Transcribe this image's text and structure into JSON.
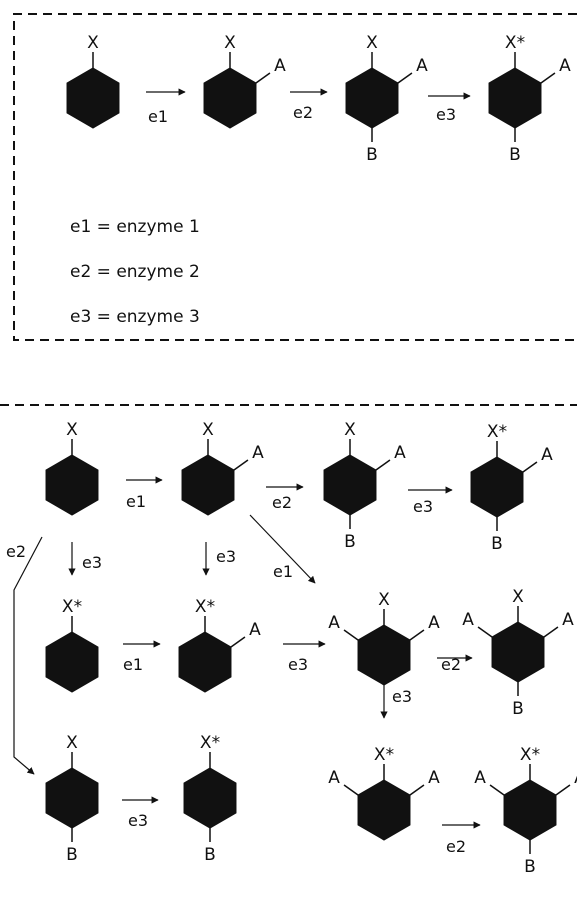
{
  "labels": {
    "X": "X",
    "Xs": "X*",
    "A": "A",
    "B": "B"
  },
  "enzymes": {
    "e1": "e1",
    "e2": "e2",
    "e3": "e3"
  },
  "legend": [
    "e1 = enzyme 1",
    "e2 = enzyme 2",
    "e3 = enzyme 3"
  ]
}
